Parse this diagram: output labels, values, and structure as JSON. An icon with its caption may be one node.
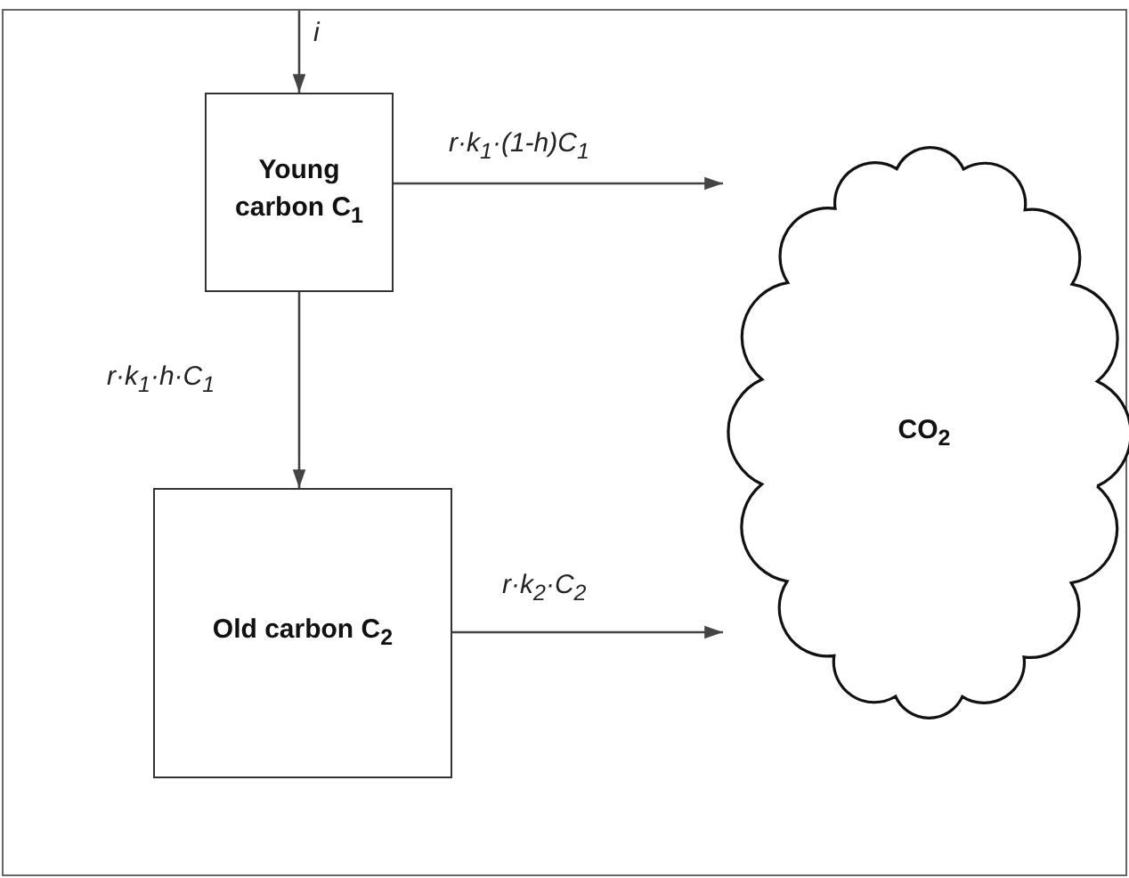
{
  "diagram": {
    "nodes": [
      {
        "text": [
          "Young carbon C$_{1}$"
        ]
      },
      {
        "text": [
          "Old carbon C$_{2}$"
        ]
      },
      {
        "text": [
          "CO$_{2}$"
        ]
      }
    ],
    "edges": [
      {
        "from": null,
        "to": 0,
        "arrow": "to",
        "label": "i"
      },
      {
        "from": 0,
        "to": 2,
        "arrow": "to",
        "label": "r·k$_{1}$·(1-h)C$_{1}$"
      },
      {
        "from": 0,
        "to": 1,
        "arrow": "to",
        "label": "r·k$_{1}$·h·C$_{1}$"
      },
      {
        "from": 1,
        "to": 2,
        "arrow": "to",
        "label": "r·k$_{2}$·C$_{2}$"
      }
    ]
  }
}
